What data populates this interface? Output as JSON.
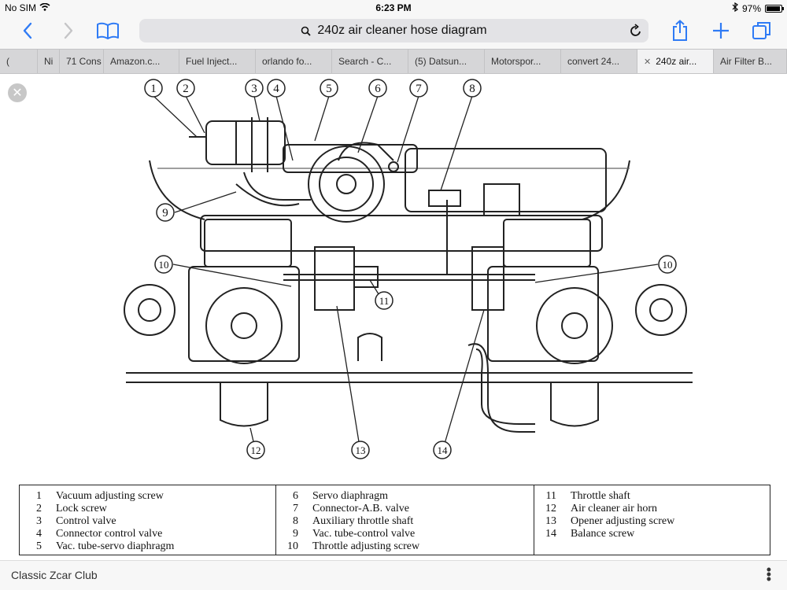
{
  "status": {
    "carrier": "No SIM",
    "time": "6:23 PM",
    "battery": "97%",
    "battery_level": 0.97
  },
  "nav": {
    "back": "back-icon",
    "forward": "forward-icon",
    "bookmarks": "book-icon",
    "address_text": "240z air cleaner hose diagram",
    "share": "share-icon",
    "new_tab": "plus-icon",
    "tabs": "tabs-icon"
  },
  "tabs": [
    {
      "label": "(",
      "active": false
    },
    {
      "label": "Ni",
      "active": false
    },
    {
      "label": "71 Cons",
      "active": false
    },
    {
      "label": "Amazon.c...",
      "active": false
    },
    {
      "label": "Fuel Inject...",
      "active": false
    },
    {
      "label": "orlando fo...",
      "active": false
    },
    {
      "label": "Search - C...",
      "active": false
    },
    {
      "label": "(5) Datsun...",
      "active": false
    },
    {
      "label": "Motorspor...",
      "active": false
    },
    {
      "label": "convert 24...",
      "active": false
    },
    {
      "label": "240z air...",
      "active": true
    },
    {
      "label": "Air Filter B...",
      "active": false
    }
  ],
  "diagram": {
    "callouts": [
      "1",
      "2",
      "3",
      "4",
      "5",
      "6",
      "7",
      "8",
      "9",
      "10",
      "10",
      "11",
      "12",
      "13",
      "14"
    ]
  },
  "legend": {
    "col1": [
      {
        "num": "1",
        "label": "Vacuum adjusting screw"
      },
      {
        "num": "2",
        "label": "Lock screw"
      },
      {
        "num": "3",
        "label": "Control valve"
      },
      {
        "num": "4",
        "label": "Connector control valve"
      },
      {
        "num": "5",
        "label": "Vac. tube-servo diaphragm"
      }
    ],
    "col2": [
      {
        "num": "6",
        "label": "Servo diaphragm"
      },
      {
        "num": "7",
        "label": "Connector-A.B. valve"
      },
      {
        "num": "8",
        "label": "Auxiliary throttle shaft"
      },
      {
        "num": "9",
        "label": "Vac. tube-control valve"
      },
      {
        "num": "10",
        "label": "Throttle adjusting screw"
      }
    ],
    "col3": [
      {
        "num": "11",
        "label": "Throttle shaft"
      },
      {
        "num": "12",
        "label": "Air cleaner air horn"
      },
      {
        "num": "13",
        "label": "Opener adjusting screw"
      },
      {
        "num": "14",
        "label": "Balance screw"
      }
    ]
  },
  "footer": {
    "site": "Classic Zcar Club",
    "more": "more-icon"
  }
}
